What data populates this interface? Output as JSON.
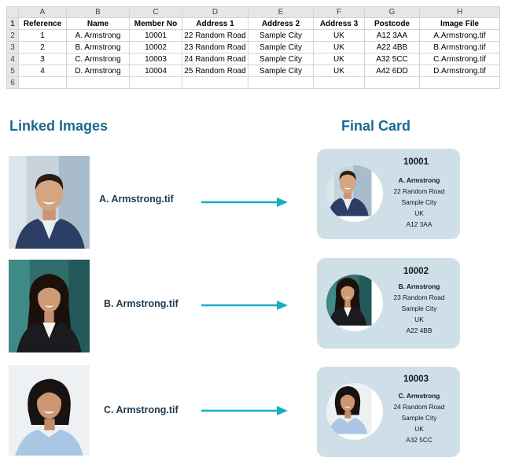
{
  "spreadsheet": {
    "column_letters": [
      "A",
      "B",
      "C",
      "D",
      "E",
      "F",
      "G",
      "H"
    ],
    "row_numbers": [
      "1",
      "2",
      "3",
      "4",
      "5",
      "6"
    ],
    "headers": [
      "Reference",
      "Name",
      "Member No",
      "Address 1",
      "Address 2",
      "Address 3",
      "Postcode",
      "Image File"
    ],
    "rows": [
      [
        "1",
        "A. Armstrong",
        "10001",
        "22 Random Road",
        "Sample City",
        "UK",
        "A12  3AA",
        "A.Armstrong.tif"
      ],
      [
        "2",
        "B. Armstrong",
        "10002",
        "23 Random Road",
        "Sample City",
        "UK",
        "A22  4BB",
        "B.Armstrong.tif"
      ],
      [
        "3",
        "C. Armstrong",
        "10003",
        "24 Random Road",
        "Sample City",
        "UK",
        "A32  5CC",
        "C.Armstrong.tif"
      ],
      [
        "4",
        "D. Armstrong",
        "10004",
        "25 Random Road",
        "Sample City",
        "UK",
        "A42  6DD",
        "D.Armstrong.tif"
      ]
    ]
  },
  "linked_images_title": "Linked Images",
  "final_card_title": "Final Card",
  "entries": [
    {
      "file_label": "A. Armstrong.tif",
      "member_no": "10001",
      "name": "A. Armstrong",
      "address1": "22 Random Road",
      "city": "Sample City",
      "country": "UK",
      "postcode": "A12 3AA"
    },
    {
      "file_label": "B. Armstrong.tif",
      "member_no": "10002",
      "name": "B. Armstrong",
      "address1": "23 Random Road",
      "city": "Sample City",
      "country": "UK",
      "postcode": "A22 4BB"
    },
    {
      "file_label": "C. Armstrong.tif",
      "member_no": "10003",
      "name": "C. Armstrong",
      "address1": "24 Random Road",
      "city": "Sample City",
      "country": "UK",
      "postcode": "A32 5CC"
    }
  ],
  "colors": {
    "title": "#1a6a8f",
    "arrow": "#17aebd",
    "card_bg": "#cfdfe8"
  }
}
